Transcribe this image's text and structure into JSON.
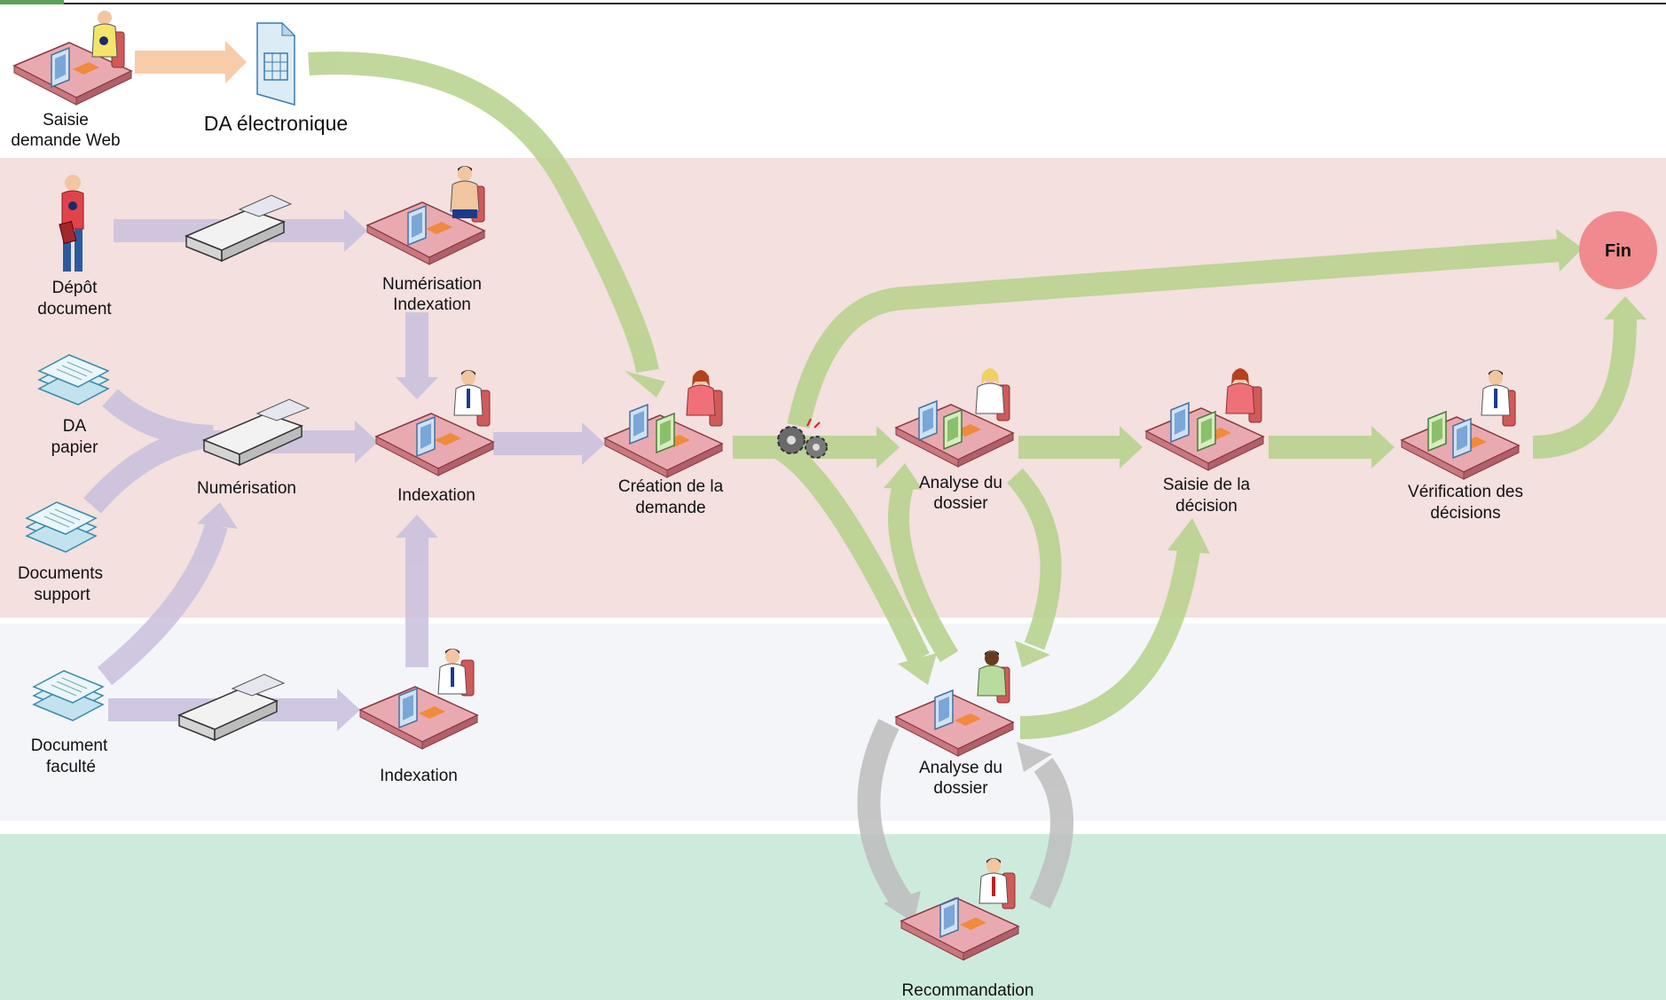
{
  "lanes": [
    {
      "id": "web",
      "color": "#ffffff"
    },
    {
      "id": "reception",
      "color": "#f3e0df"
    },
    {
      "id": "faculte",
      "color": "#f4f5f9"
    },
    {
      "id": "comite",
      "color": "#cdebdc"
    }
  ],
  "colors": {
    "flow_green": "#b5d18a",
    "flow_purple": "#c9c0dd",
    "flow_orange": "#f7c49a",
    "flow_gray": "#bdbdbd",
    "desk": "#e8aab0",
    "end_circle": "#f08a8e"
  },
  "nodes": {
    "saisie_web": {
      "label_1": "Saisie",
      "label_2": "demande Web",
      "icon": "person-at-desk-icon"
    },
    "da_electronique": {
      "label": "DA électronique",
      "icon": "spreadsheet-document-icon"
    },
    "depot_document": {
      "label_1": "Dépôt",
      "label_2": "document",
      "icon": "person-with-bag-icon"
    },
    "da_papier": {
      "label_1": "DA",
      "label_2": "papier",
      "icon": "paper-stack-icon"
    },
    "documents_support": {
      "label_1": "Documents",
      "label_2": "support",
      "icon": "paper-stack-icon"
    },
    "document_faculte": {
      "label_1": "Document",
      "label_2": "faculté",
      "icon": "paper-stack-icon"
    },
    "scanner_top": {
      "icon": "scanner-icon"
    },
    "numerisation": {
      "label": "Numérisation",
      "icon": "scanner-icon"
    },
    "scanner_bottom": {
      "icon": "scanner-icon"
    },
    "num_indexation": {
      "label_1": "Numérisation",
      "label_2": "Indexation",
      "icon": "person-at-desk-icon"
    },
    "indexation_mid": {
      "label": "Indexation",
      "icon": "person-at-desk-icon"
    },
    "indexation_bottom": {
      "label": "Indexation",
      "icon": "person-at-desk-icon"
    },
    "creation_demande": {
      "label_1": "Création de la",
      "label_2": "demande",
      "icon": "person-at-desk-icon"
    },
    "automation": {
      "icon": "gears-icon"
    },
    "analyse_dossier_1": {
      "label_1": "Analyse du",
      "label_2": "dossier",
      "icon": "person-at-desk-icon"
    },
    "saisie_decision": {
      "label_1": "Saisie de la",
      "label_2": "décision",
      "icon": "person-at-desk-icon"
    },
    "verification": {
      "label_1": "Vérification des",
      "label_2": "décisions",
      "icon": "person-at-desk-icon"
    },
    "fin": {
      "label": "Fin"
    },
    "analyse_dossier_2": {
      "label_1": "Analyse du",
      "label_2": "dossier",
      "icon": "person-at-desk-icon"
    },
    "recommandation": {
      "label": "Recommandation",
      "icon": "person-at-desk-icon"
    }
  }
}
